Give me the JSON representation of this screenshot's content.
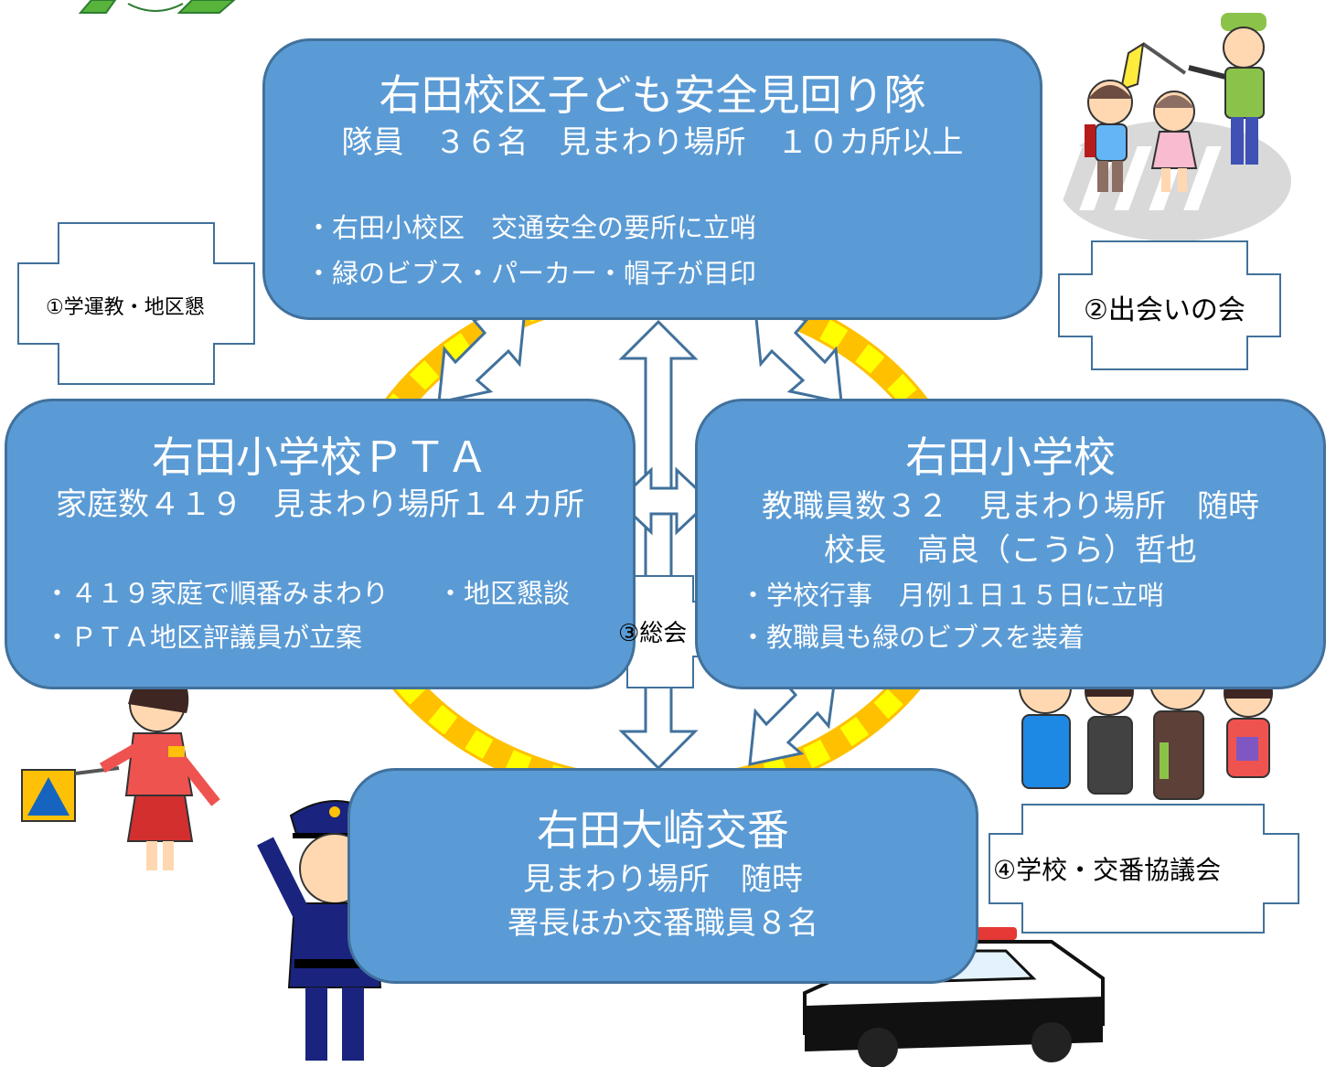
{
  "colors": {
    "box_fill": "#5b9bd5",
    "box_border": "#41719c",
    "ring": "#ffc000",
    "ring_dash": "#ffff00",
    "arrow": "#41719c"
  },
  "patrol": {
    "title": "右田校区子ども安全見回り隊",
    "subtitle": "隊員　３６名　見まわり場所　１０カ所以上",
    "bullets": [
      "・右田小校区　交通安全の要所に立哨",
      "・緑のビブス・パーカー・帽子が目印"
    ]
  },
  "pta": {
    "title": "右田小学校ＰＴＡ",
    "subtitle": "家庭数４１９　見まわり場所１４カ所",
    "bullets": [
      "・４１９家庭で順番みまわり",
      "・地区懇談",
      "・ＰＴＡ地区評議員が立案"
    ]
  },
  "school": {
    "title": "右田小学校",
    "subtitle": "教職員数３２　見まわり場所　随時",
    "principal": "校長　高良（こうら）哲也",
    "bullets": [
      "・学校行事　月例１日１５日に立哨",
      "・教職員も緑のビブスを装着"
    ]
  },
  "koban": {
    "title": "右田大崎交番",
    "line1": "見まわり場所　随時",
    "line2": "署長ほか交番職員８名"
  },
  "meetings": {
    "m1": "①学運教・地区懇",
    "m2": "②出会いの会",
    "m3": "③総会",
    "m4": "④学校・交番協議会"
  },
  "icons": [
    "tree-icon",
    "crossing-guard-children-icon",
    "pta-mother-flag-icon",
    "school-staff-icon",
    "police-officer-icon",
    "police-car-icon"
  ]
}
